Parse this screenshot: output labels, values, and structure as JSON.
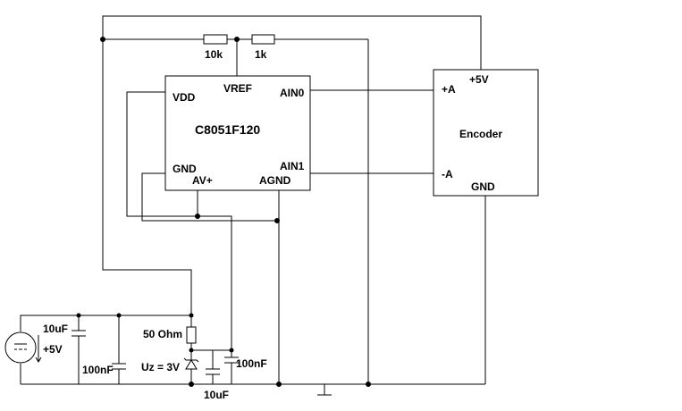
{
  "mcu": {
    "name": "C8051F120",
    "pins": {
      "vdd": "VDD",
      "vref": "VREF",
      "ain0": "AIN0",
      "gnd": "GND",
      "avplus": "AV+",
      "agnd": "AGND",
      "ain1": "AIN1"
    }
  },
  "encoder": {
    "name": "Encoder",
    "pins": {
      "plus5v": "+5V",
      "plus_a": "+A",
      "minus_a": "-A",
      "gnd": "GND"
    }
  },
  "resistors": {
    "r1": "10k",
    "r2": "1k",
    "r3": "50 Ohm"
  },
  "capacitors": {
    "c1": "10uF",
    "c2": "100nF",
    "c3": "10uF",
    "c4": "100nF"
  },
  "zener": "Uz = 3V",
  "source": "+5V"
}
